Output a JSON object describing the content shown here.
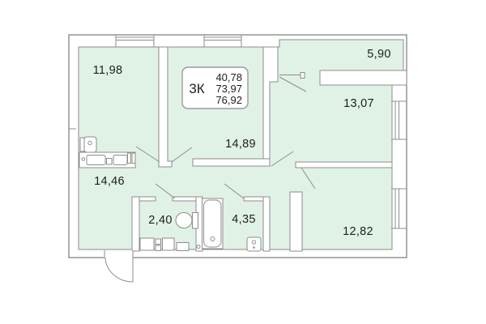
{
  "plan_card": {
    "type_label": "3К",
    "area_values": [
      "40,78",
      "73,97",
      "76,92"
    ]
  },
  "rooms": {
    "living_room": "11,98",
    "room_center": "14,89",
    "balcony": "5,90",
    "room_right": "13,07",
    "kitchen": "14,46",
    "wc": "2,40",
    "bathroom": "4,35",
    "room_bottom": "12,82"
  },
  "colors": {
    "room_fill": "#e0f2e6",
    "wall_stroke": "#8c8c8c",
    "text": "#1e1e1e"
  }
}
